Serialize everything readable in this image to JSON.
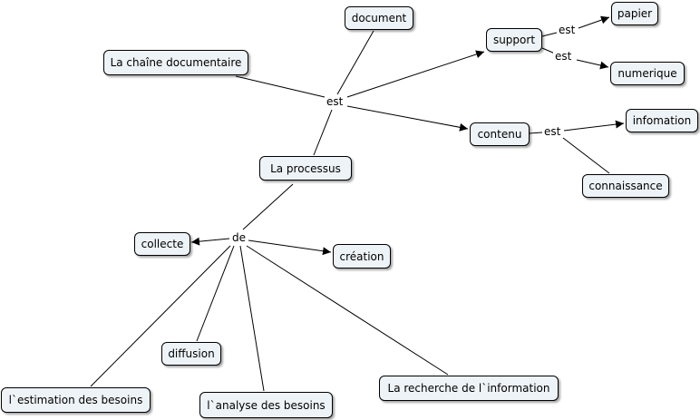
{
  "colors": {
    "node_fill": "#eef3f7",
    "node_border": "#000000",
    "line": "#000000",
    "background": "#ffffff"
  },
  "nodes": {
    "chaine": "La chaîne documentaire",
    "document": "document",
    "support": "support",
    "papier": "papier",
    "numerique": "numerique",
    "contenu": "contenu",
    "infomation": "infomation",
    "connaissance": "connaissance",
    "processus": "La processus",
    "collecte": "collecte",
    "creation": "création",
    "diffusion": "diffusion",
    "estimation": "l`estimation des besoins",
    "analyse": "l`analyse des besoins",
    "recherche": "La recherche de l`information"
  },
  "link_labels": {
    "est_main": "est",
    "est_support_papier": "est",
    "est_support_numerique": "est",
    "est_contenu": "est",
    "de_processus": "de"
  }
}
